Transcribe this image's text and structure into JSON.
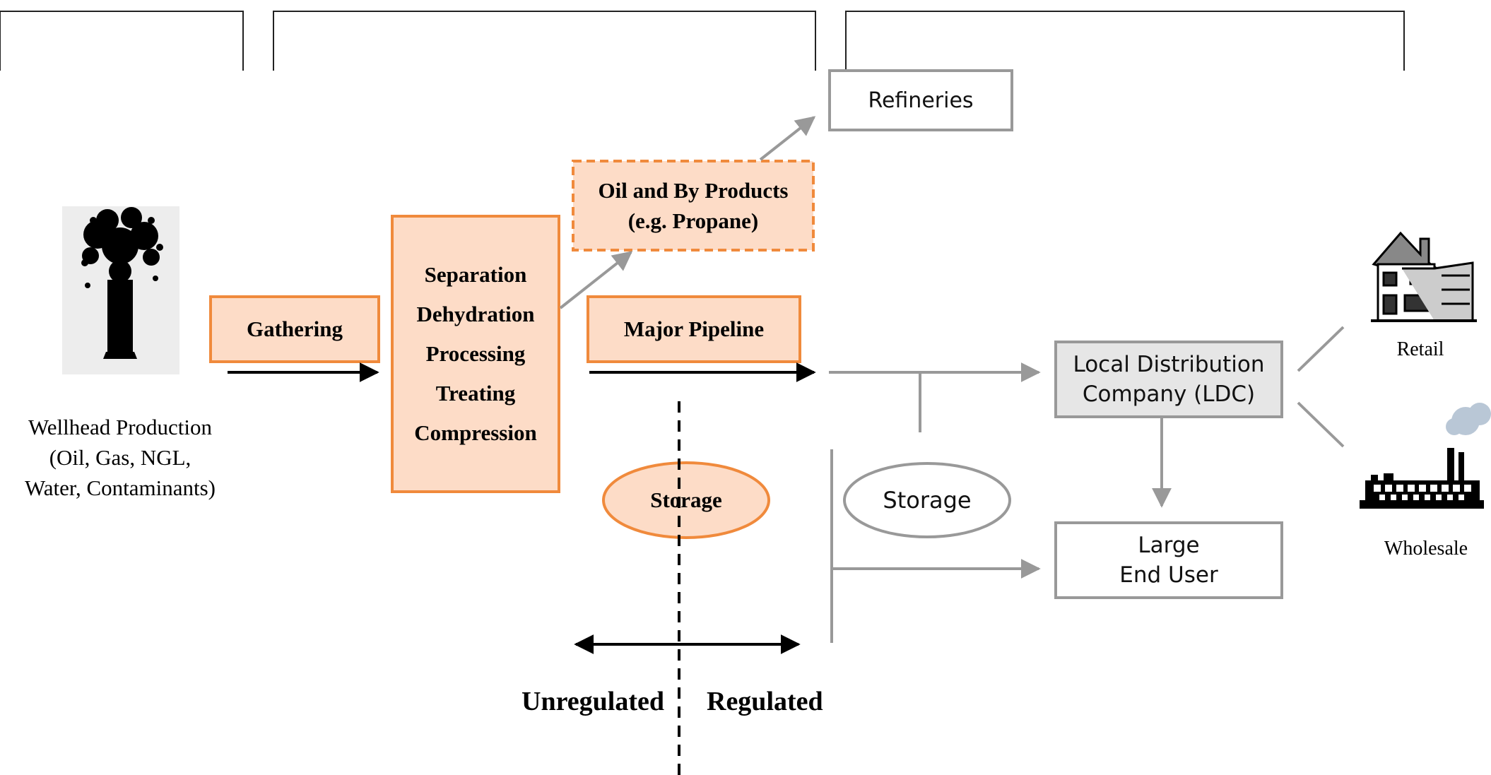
{
  "colors": {
    "orange_fill": "#fddcc7",
    "orange_border": "#f08a3c",
    "gray_line": "#999999",
    "ldc_fill": "#e6e6e6",
    "black": "#000000"
  },
  "wellhead": {
    "icon": "oil-well-gusher-icon",
    "label": "Wellhead Production\n(Oil, Gas, NGL,\nWater, Contaminants)"
  },
  "gathering": {
    "label": "Gathering"
  },
  "processing": {
    "label": "Separation\nDehydration\nProcessing\nTreating\nCompression"
  },
  "oil_byproducts": {
    "label": "Oil and By Products\n(e.g. Propane)"
  },
  "refineries": {
    "label": "Refineries"
  },
  "major_pipeline": {
    "label": "Major Pipeline"
  },
  "storage_unregulated": {
    "label": "Storage"
  },
  "storage_regulated": {
    "label": "Storage"
  },
  "ldc": {
    "label": "Local Distribution\nCompany (LDC)"
  },
  "large_end_user": {
    "label": "Large\nEnd User"
  },
  "retail": {
    "icon": "house-icon",
    "label": "Retail"
  },
  "wholesale": {
    "icon": "factory-icon",
    "label": "Wholesale"
  },
  "regulation": {
    "unregulated": "Unregulated",
    "regulated": "Regulated"
  }
}
